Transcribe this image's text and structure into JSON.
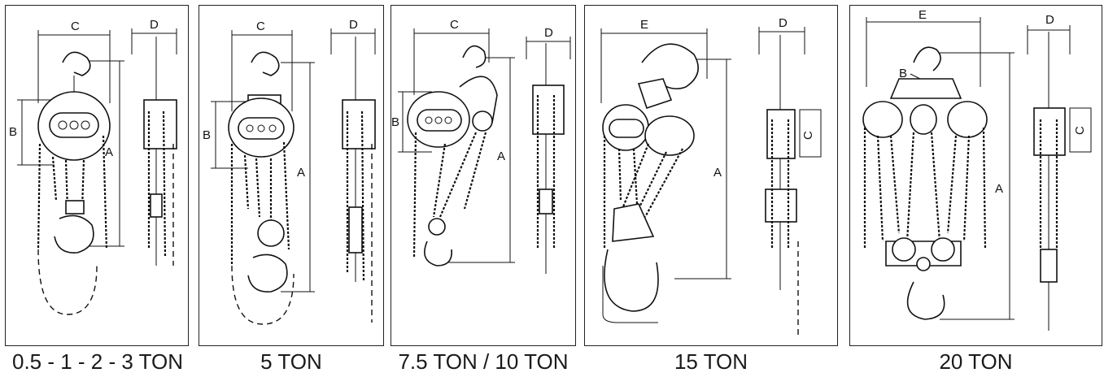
{
  "panels": [
    {
      "caption": "0.5 - 1 - 2 - 3 TON",
      "labels": [
        "C",
        "D",
        "B",
        "A"
      ]
    },
    {
      "caption": "5 TON",
      "labels": [
        "C",
        "D",
        "B",
        "A"
      ]
    },
    {
      "caption": "7.5 TON / 10 TON",
      "labels": [
        "C",
        "D",
        "B",
        "A"
      ]
    },
    {
      "caption": "15 TON",
      "labels": [
        "E",
        "D",
        "C",
        "A"
      ]
    },
    {
      "caption": "20 TON",
      "labels": [
        "E",
        "D",
        "B",
        "C",
        "A"
      ]
    }
  ]
}
